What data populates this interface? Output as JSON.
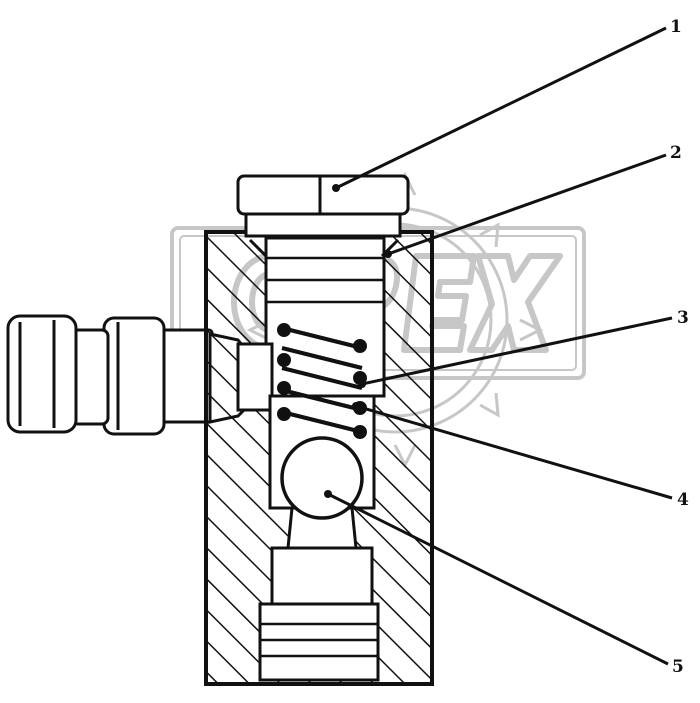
{
  "diagram": {
    "callouts": [
      {
        "id": "1",
        "label": "1"
      },
      {
        "id": "2",
        "label": "2"
      },
      {
        "id": "3",
        "label": "3"
      },
      {
        "id": "4",
        "label": "4"
      },
      {
        "id": "5",
        "label": "5"
      }
    ],
    "watermark": {
      "text": "OPEX"
    },
    "colors": {
      "line": "#111111",
      "watermark": "#9a9a9a",
      "background": "#ffffff"
    }
  }
}
